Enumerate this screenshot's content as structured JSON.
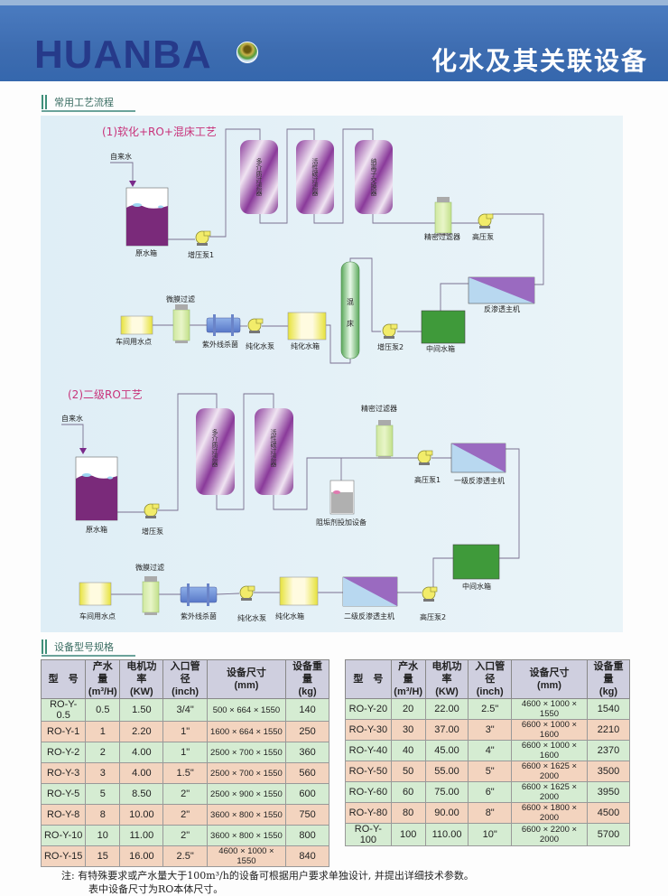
{
  "header": {
    "brand": "HUANBA",
    "title": "化水及其关联设备"
  },
  "section1": {
    "label": "常用工艺流程"
  },
  "process1": {
    "title": "(1)软化+RO+混床工艺",
    "tap_water": "自来水",
    "raw_tank": "原水箱",
    "booster_pump1": "增压泵1",
    "filter_multi": "多介质过滤器",
    "filter_carbon": "活性碳过滤器",
    "filter_ion": "纳离子交换器",
    "precision_filter": "精密过滤器",
    "high_pump": "高压泵",
    "ro_unit": "反渗透主机",
    "mid_tank": "中间水箱",
    "booster_pump2": "增压泵2",
    "mixed_bed": "混床",
    "pure_tank": "纯化水箱",
    "pure_pump": "纯化水泵",
    "uv": "紫外线杀菌",
    "membrane": "微膜过滤",
    "use_point": "车间用水点"
  },
  "process2": {
    "title": "(2)二级RO工艺",
    "tap_water": "自来水",
    "raw_tank": "原水箱",
    "booster_pump": "增压泵",
    "filter_multi": "多介质过滤器",
    "filter_carbon": "活性碳过滤器",
    "dosing": "阻垢剂投加设备",
    "precision_filter": "精密过滤器",
    "high_pump1": "高压泵1",
    "ro1": "一级反渗透主机",
    "mid_tank": "中间水箱",
    "high_pump2": "高压泵2",
    "ro2": "二级反渗透主机",
    "pure_tank": "纯化水箱",
    "pure_pump": "纯化水泵",
    "uv": "紫外线杀菌",
    "membrane": "微膜过滤",
    "use_point": "车间用水点"
  },
  "section2": {
    "label": "设备型号规格"
  },
  "spec_table": {
    "headers": [
      "型　号",
      "产水量\n(m³/H)",
      "电机功率\n(KW)",
      "入口管径\n(inch)",
      "设备尺寸\n(mm)",
      "设备重量\n(kg)"
    ],
    "left_rows": [
      [
        "RO-Y-0.5",
        "0.5",
        "1.50",
        "3/4\"",
        "500 × 664 × 1550",
        "140"
      ],
      [
        "RO-Y-1",
        "1",
        "2.20",
        "1\"",
        "1600 × 664 × 1550",
        "250"
      ],
      [
        "RO-Y-2",
        "2",
        "4.00",
        "1\"",
        "2500 × 700 × 1550",
        "360"
      ],
      [
        "RO-Y-3",
        "3",
        "4.00",
        "1.5\"",
        "2500 × 700 × 1550",
        "560"
      ],
      [
        "RO-Y-5",
        "5",
        "8.50",
        "2\"",
        "2500 × 900 × 1550",
        "600"
      ],
      [
        "RO-Y-8",
        "8",
        "10.00",
        "2\"",
        "3600 × 800 × 1550",
        "750"
      ],
      [
        "RO-Y-10",
        "10",
        "11.00",
        "2\"",
        "3600 × 800 × 1550",
        "800"
      ],
      [
        "RO-Y-15",
        "15",
        "16.00",
        "2.5\"",
        "4600 × 1000 × 1550",
        "840"
      ]
    ],
    "right_rows": [
      [
        "RO-Y-20",
        "20",
        "22.00",
        "2.5\"",
        "4600 × 1000 × 1550",
        "1540"
      ],
      [
        "RO-Y-30",
        "30",
        "37.00",
        "3\"",
        "6600 × 1000 × 1600",
        "2210"
      ],
      [
        "RO-Y-40",
        "40",
        "45.00",
        "4\"",
        "6600 × 1000 × 1600",
        "2370"
      ],
      [
        "RO-Y-50",
        "50",
        "55.00",
        "5\"",
        "6600 × 1625 × 2000",
        "3500"
      ],
      [
        "RO-Y-60",
        "60",
        "75.00",
        "6\"",
        "6600 × 1625 × 2000",
        "3950"
      ],
      [
        "RO-Y-80",
        "80",
        "90.00",
        "8\"",
        "6600 × 1800 × 2000",
        "4500"
      ],
      [
        "RO-Y-100",
        "100",
        "110.00",
        "10\"",
        "6600 × 2200 × 2000",
        "5700"
      ]
    ]
  },
  "note": {
    "line1": "注:  有特殊要求或产水量大于100m³/h的设备可根据用户要求单独设计, 并提出详细技术参数。",
    "line2": "表中设备尺寸为RO本体尺寸。"
  },
  "colors": {
    "header_blue": "#3d6cb0",
    "brand": "#263a8a",
    "process_title": "#c8327a",
    "vessel": "#7a2a8a",
    "row_green": "#d5ecd2",
    "row_orange": "#f3d4bf"
  }
}
